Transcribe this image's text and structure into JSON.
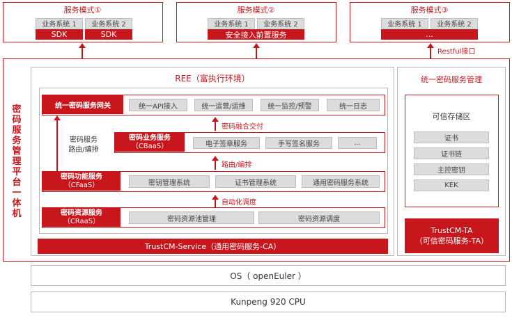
{
  "modes": [
    {
      "title": "服务模式①",
      "systems": [
        "业务系统 1",
        "业务系统 2"
      ],
      "bottoms": [
        "SDK",
        "SDK"
      ]
    },
    {
      "title": "服务模式②",
      "systems": [
        "业务系统 1",
        "业务系统 2"
      ],
      "bottom": "安全接入前置服务"
    },
    {
      "title": "服务模式③",
      "systems": [
        "业务系统 1",
        "业务系统 2"
      ],
      "bottom": "..."
    }
  ],
  "restful_label": "Restful接口",
  "platform_title": "密码服务管理平台一体机",
  "ree": {
    "title": "REE（富执行环境）",
    "gateway": {
      "label": "统一密码服务网关",
      "items": [
        "统一API接入",
        "统一运营/运维",
        "统一监控/预警",
        "统一日志"
      ]
    },
    "fusion_label": "密码融合交付",
    "side_label_line1": "密码服务",
    "side_label_line2": "路由/编排",
    "cbaas": {
      "label_line1": "密码业务服务",
      "label_line2": "（CBaaS）",
      "items": [
        "电子签章服务",
        "手写签名服务",
        "..."
      ]
    },
    "route_label": "路由/编排",
    "cfaas": {
      "label_line1": "密码功能服务",
      "label_line2": "（CFaaS）",
      "items": [
        "密钥管理系统",
        "证书管理系统",
        "通用密码服务系统"
      ]
    },
    "auto_label": "自动化调度",
    "craas": {
      "label_line1": "密码资源服务",
      "label_line2": "（CRaaS）",
      "items": [
        "密码资源池管理",
        "密码资源调度"
      ]
    },
    "service_bar": "TrustCM-Service（通用密码服务-CA）"
  },
  "mgmt": {
    "title": "统一密码服务管理",
    "storage_title": "可信存储区",
    "storage_items": [
      "证书",
      "证书链",
      "主控密钥",
      "KEK"
    ],
    "ta_line1": "TrustCM-TA",
    "ta_line2": "（可信密码服务-TA）"
  },
  "os_label": "OS（ openEuler ）",
  "cpu_label": "Kunpeng 920 CPU",
  "colors": {
    "accent": "#c8161d",
    "gray_fill": "#dcdcdc"
  }
}
